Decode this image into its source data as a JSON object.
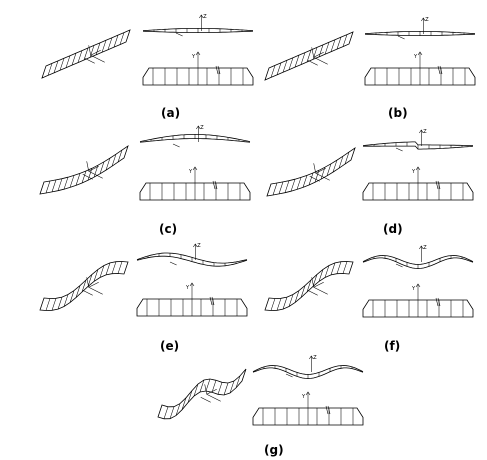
{
  "panels": [
    {
      "id": "a",
      "label": "(a)"
    },
    {
      "id": "b",
      "label": "(b)"
    },
    {
      "id": "c",
      "label": "(c)"
    },
    {
      "id": "d",
      "label": "(d)"
    },
    {
      "id": "e",
      "label": "(e)"
    },
    {
      "id": "f",
      "label": "(f)"
    },
    {
      "id": "g",
      "label": "(g)"
    }
  ],
  "axis_labels": {
    "z": "Z",
    "y": "Y"
  }
}
